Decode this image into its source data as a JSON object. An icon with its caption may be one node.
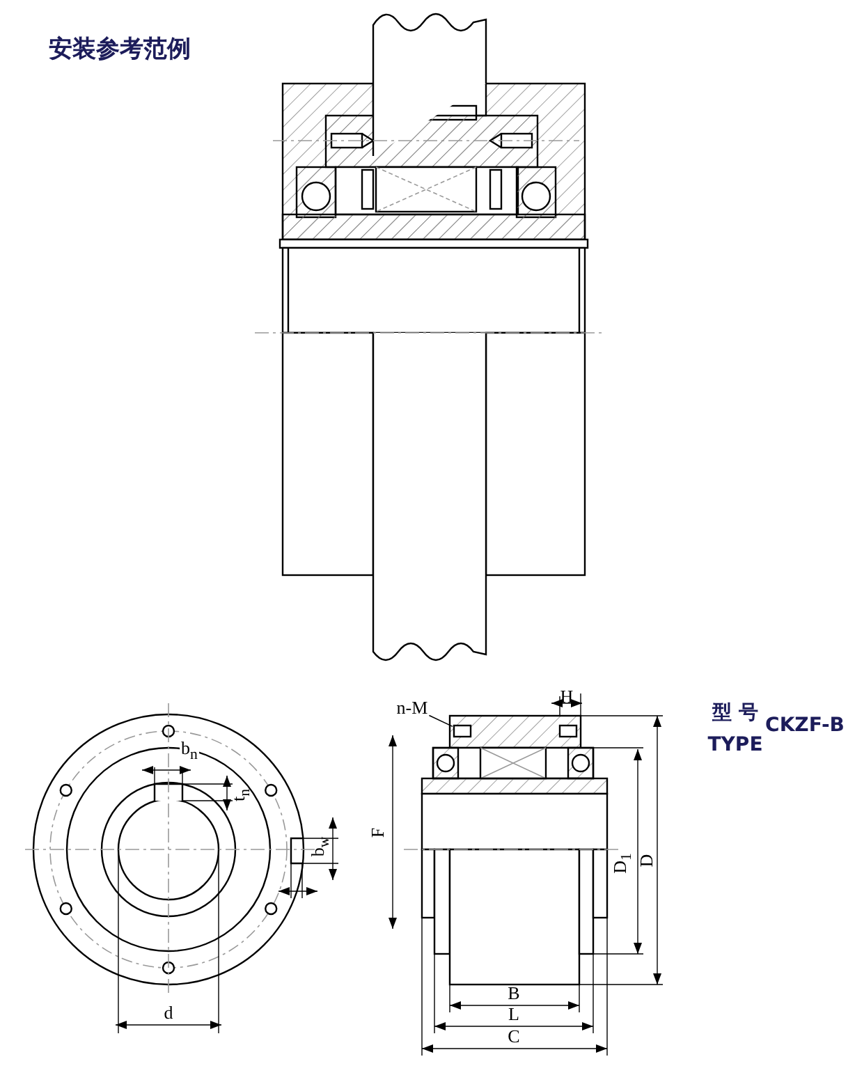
{
  "diagram": {
    "title": "安装参考范例",
    "nodes": [
      {
        "text": [
          "n-M"
        ]
      },
      {
        "text": [],
        "shape": "box"
      }
    ],
    "edges": [
      {
        "from": 0,
        "to": 1,
        "arrow": "none"
      }
    ],
    "labels": [
      "型 号",
      "CKZF-B",
      "TYPE",
      "b$_{n}$",
      "t$_{n}$",
      "H",
      "F",
      "b$_{w}$",
      "D$_{1}$",
      "D",
      "d",
      "B",
      "L",
      "C"
    ]
  }
}
